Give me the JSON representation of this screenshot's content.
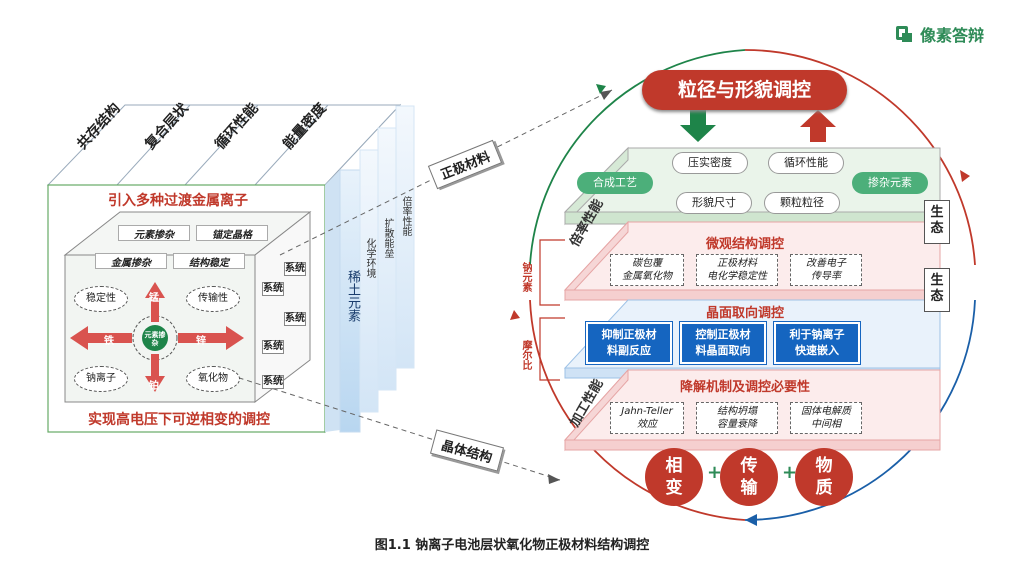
{
  "logo": {
    "text": "像素答辩"
  },
  "caption": "图1.1 钠离子电池层状氧化物正极材料结构调控",
  "left_cube": {
    "top_tabs": [
      "共存结构",
      "复合层状",
      "循环性能",
      "能量密度"
    ],
    "top_text": "引入多种过渡金属离子",
    "bottom_text": "实现高电压下可逆相变的调控",
    "grid": [
      "元素掺杂",
      "锚定晶格",
      "金属掺杂",
      "结构稳定"
    ],
    "ellipses": [
      "稳定性",
      "传输性",
      "钠离子",
      "氧化物"
    ],
    "arrows": [
      "锰",
      "铁",
      "锌",
      "铂"
    ],
    "center": "元素掺杂",
    "side": [
      "系统",
      "系统",
      "系统",
      "系统",
      "系统"
    ]
  },
  "panels": [
    "稀土元素",
    "化学环境",
    "扩散能垒",
    "倍率性能"
  ],
  "tags": {
    "cathode": "正极材料",
    "crystal": "晶体结构"
  },
  "right": {
    "top_banner": "粒径与形貌调控",
    "top_layer": {
      "pills_green": [
        "合成工艺",
        "掺杂元素"
      ],
      "pills_white": [
        "压实密度",
        "循环性能",
        "形貌尺寸",
        "颗粒粒径"
      ]
    },
    "layer1_title": "微观结构调控",
    "layer1_side": "倍率性能",
    "layer1_boxes": [
      "碳包覆\n金属氧化物",
      "正极材料\n电化学稳定性",
      "改善电子\n传导率"
    ],
    "layer2_title": "晶面取向调控",
    "layer2_boxes": [
      "抑制正极材\n料副反应",
      "控制正极材\n料晶面取向",
      "利于钠离子\n快速嵌入"
    ],
    "layer3_title": "降解机制及调控必要性",
    "layer3_side": "加工性能",
    "layer3_boxes": [
      "Jahn-Teller\n效应",
      "结构坍塌\n容量衰降",
      "固体电解质\n中间相"
    ],
    "left_labels": [
      "钠元素",
      "摩尔比"
    ],
    "right_boxes": [
      "生态",
      "生态"
    ],
    "circles": [
      "相变",
      "传输",
      "物质"
    ]
  }
}
